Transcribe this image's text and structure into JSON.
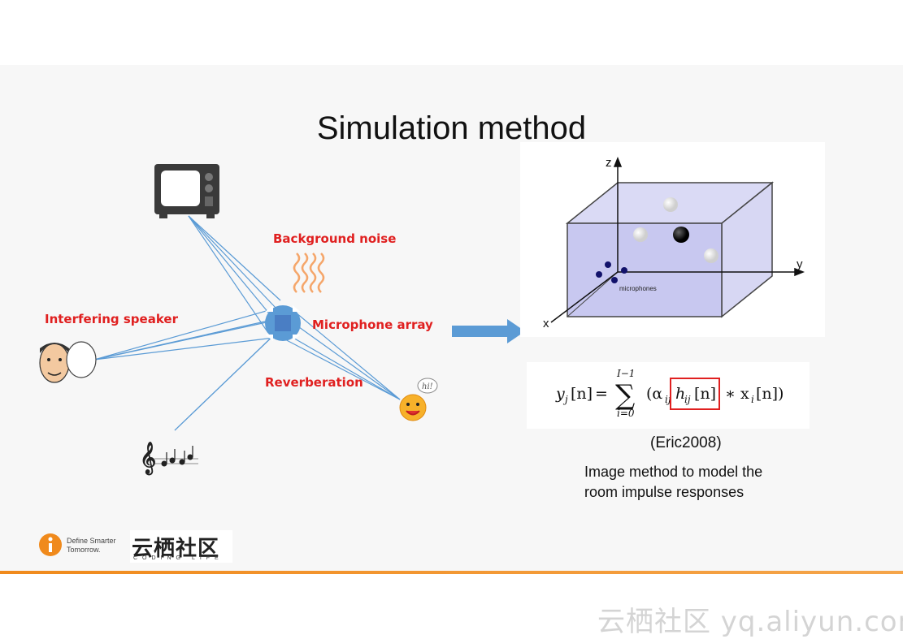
{
  "slide": {
    "title": "Simulation method"
  },
  "diagram": {
    "labels": {
      "background_noise": "Background noise",
      "interfering_speaker": "Interfering speaker",
      "microphone_array": "Microphone array",
      "reverberation": "Reverberation"
    },
    "speech_bubble_text": "hi!",
    "accent_color": "#e02020",
    "line_color": "#5b9bd5",
    "arrow_color": "#5b9bd5"
  },
  "room_figure": {
    "axis_labels": {
      "z": "z",
      "y": "y",
      "x": "x"
    },
    "microphones_label": "microphones",
    "room_color": "#c8c8f0"
  },
  "formula": {
    "lhs": "y",
    "lhs_sub": "j",
    "arg": "[n]",
    "equals": "=",
    "sum_top": "I−1",
    "sum_bottom": "i=0",
    "alpha": "(α",
    "alpha_sub": "ij",
    "h": "h",
    "h_sub": "ij",
    "h_arg": "[n]",
    "conv": "∗ x",
    "x_sub": "i",
    "x_arg": "[n])",
    "highlight_color": "#e02020"
  },
  "citation": "(Eric2008)",
  "description": {
    "line1": "Image method to model the",
    "line2": "room impulse responses"
  },
  "footer": {
    "define_line1": "Define Smarter",
    "define_line2": "Tomorrow.",
    "brand_cn": "云栖社区",
    "brand_sub": "CODING LIFE",
    "watermark": "云栖社区 yq.aliyun.com",
    "bar_color": "#f08a1c"
  }
}
